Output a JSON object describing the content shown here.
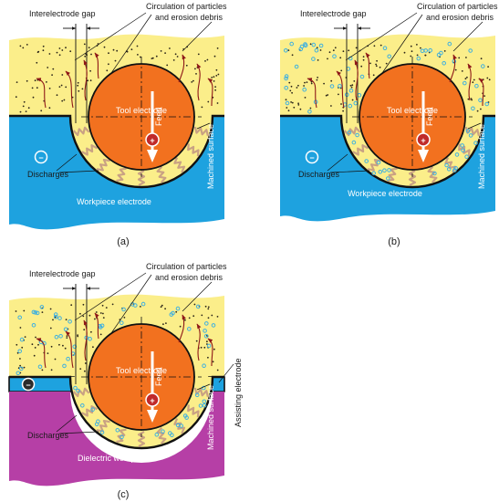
{
  "colors": {
    "dielectric": "#fbee8a",
    "workpiece": "#1ea2df",
    "dielectric_workpiece": "#b63fa6",
    "tool": "#f2711f",
    "debris": "#2a2418",
    "particle": "#3fb0e0",
    "arrow": "#8e1818",
    "spark": "#c9a183"
  },
  "panels": [
    {
      "caption": "(a)",
      "gap_label": "Interelectrode gap",
      "circulation_label": "Circulation of particles\nand erosion debris",
      "tool_label": "Tool electrode",
      "feed_label": "Feed",
      "surface_label": "Machined surface",
      "discharges_label": "Discharges",
      "workpiece_label": "Workpiece electrode",
      "workpiece_type": "conductive",
      "has_particles": false,
      "has_assisting_electrode": false,
      "tool_sign": "+",
      "workpiece_sign": "−"
    },
    {
      "caption": "(b)",
      "gap_label": "Interelectrode gap",
      "circulation_label": "Circulation of particles\nand erosion debris",
      "tool_label": "Tool electrode",
      "feed_label": "Feed",
      "surface_label": "Machined surface",
      "discharges_label": "Discharges",
      "workpiece_label": "Workpiece electrode",
      "workpiece_type": "conductive",
      "has_particles": true,
      "has_assisting_electrode": false,
      "tool_sign": "+",
      "workpiece_sign": "−"
    },
    {
      "caption": "(c)",
      "gap_label": "Interelectrode gap",
      "circulation_label": "Circulation of particles\nand erosion debris",
      "tool_label": "Tool electrode",
      "feed_label": "Feed",
      "surface_label": "Machined surface",
      "discharges_label": "Discharges",
      "workpiece_label": "Dielectric workpiece",
      "assisting_label": "Assisting electrode",
      "workpiece_type": "dielectric",
      "has_particles": true,
      "has_assisting_electrode": true,
      "tool_sign": "+",
      "workpiece_sign": "−"
    }
  ]
}
